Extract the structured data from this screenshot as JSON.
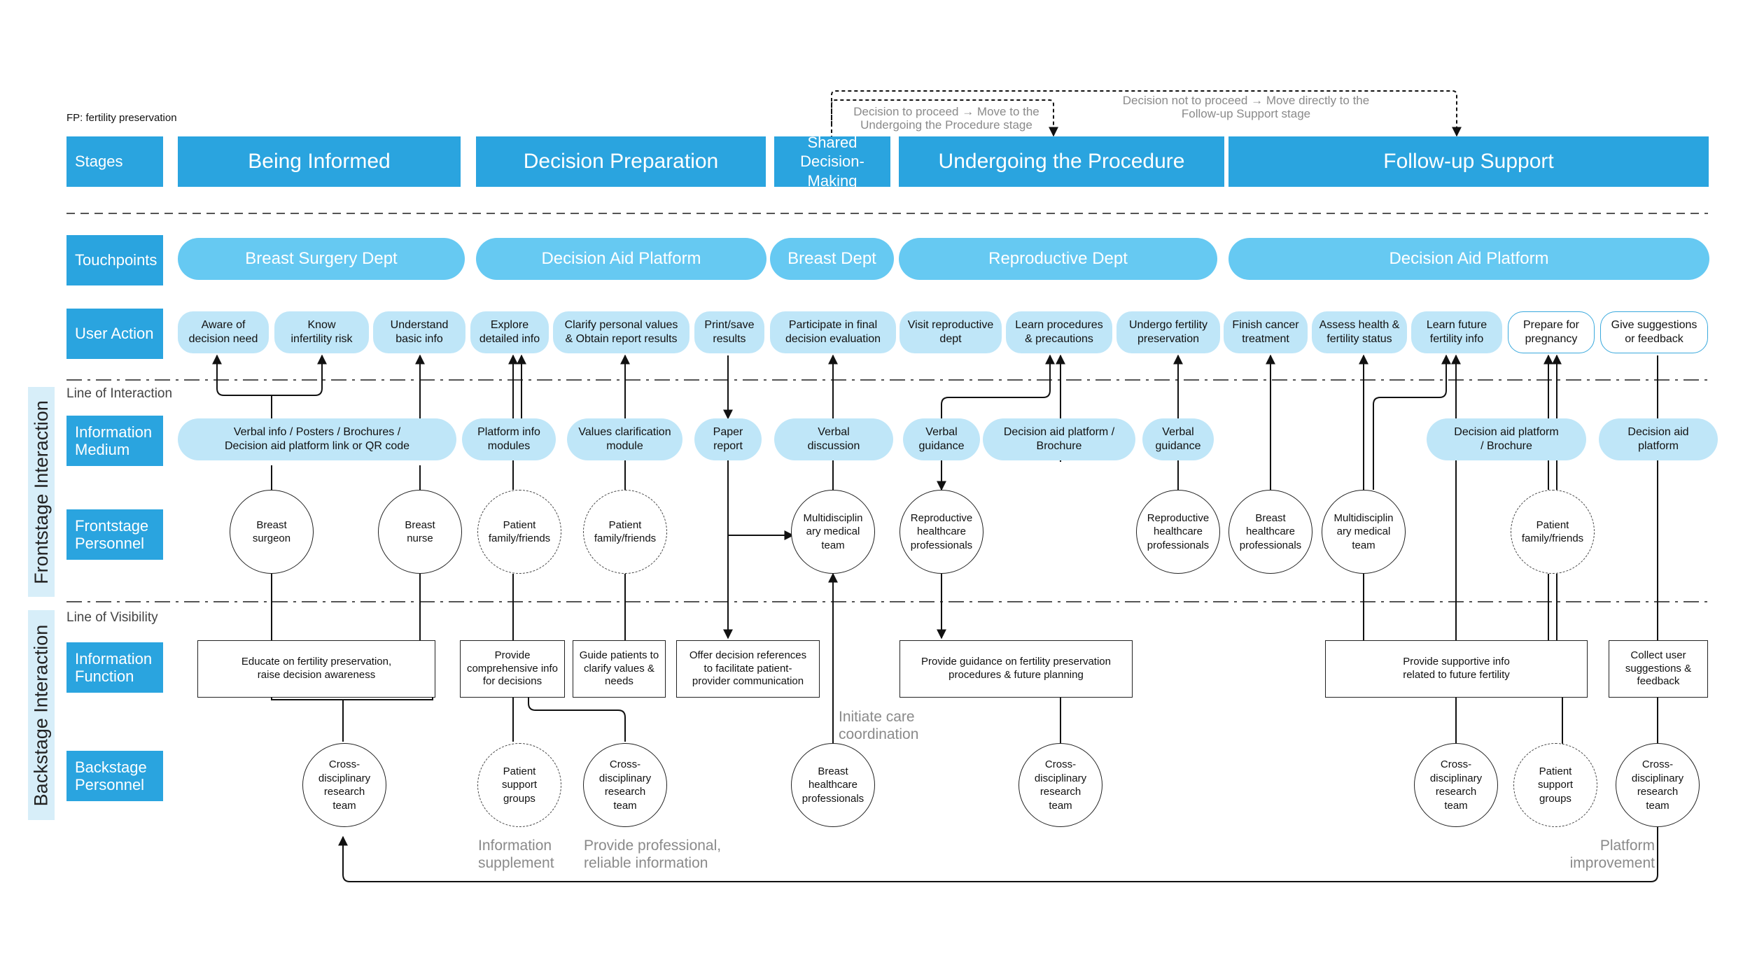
{
  "note": "FP: fertility preservation",
  "labels": {
    "stages": "Stages",
    "touchpoints": "Touchpoints",
    "user_action": "User Action",
    "information_medium": "Information\nMedium",
    "frontstage_personnel": "Frontstage\nPersonnel",
    "information_function": "Information\nFunction",
    "backstage_personnel": "Backstage\nPersonnel",
    "line_of_interaction": "Line of Interaction",
    "line_of_visibility": "Line of Visibility",
    "frontstage_interaction": "Frontstage Interaction",
    "backstage_interaction": "Backstage Interaction"
  },
  "stages": [
    "Being Informed",
    "Decision Preparation",
    "Shared Decision-\nMaking",
    "Undergoing the Procedure",
    "Follow-up Support"
  ],
  "touchpoints": [
    "Breast Surgery Dept",
    "Decision Aid Platform",
    "Breast Dept",
    "Reproductive Dept",
    "Decision Aid Platform"
  ],
  "user_actions": [
    "Aware of\ndecision need",
    "Know\ninfertility risk",
    "Understand\nbasic info",
    "Explore\ndetailed info",
    "Clarify personal values\n& Obtain report results",
    "Print/save\nresults",
    "Participate in final\ndecision evaluation",
    "Visit reproductive\ndept",
    "Learn procedures\n& precautions",
    "Undergo fertility\npreservation",
    "Finish cancer\ntreatment",
    "Assess health &\nfertility status",
    "Learn future\nfertility info",
    "Prepare for\npregnancy",
    "Give suggestions\nor feedback"
  ],
  "information_media": [
    "Verbal info / Posters / Brochures /\nDecision aid platform link or QR code",
    "Platform info\nmodules",
    "Values clarification\nmodule",
    "Paper\nreport",
    "Verbal\ndiscussion",
    "Verbal\nguidance",
    "Decision aid platform /\nBrochure",
    "Verbal\nguidance",
    "Decision aid platform\n/ Brochure",
    "Decision aid\nplatform"
  ],
  "frontstage_personnel": [
    "Breast\nsurgeon",
    "Breast\nnurse",
    "Patient\nfamily/friends",
    "Patient\nfamily/friends",
    "Multidisciplin\nary medical\nteam",
    "Reproductive\nhealthcare\nprofessionals",
    "Reproductive\nhealthcare\nprofessionals",
    "Breast\nhealthcare\nprofessionals",
    "Multidisciplin\nary medical\nteam",
    "Patient\nfamily/friends"
  ],
  "information_functions": [
    "Educate on fertility preservation,\nraise decision awareness",
    "Provide\ncomprehensive info\nfor decisions",
    "Guide patients to\nclarify values &\nneeds",
    "Offer decision references\nto facilitate patient-\nprovider communication",
    "Provide guidance on fertility preservation\nprocedures & future planning",
    "Provide supportive info\nrelated to future fertility",
    "Collect user\nsuggestions &\nfeedback"
  ],
  "backstage_personnel": [
    "Cross-\ndisciplinary\nresearch\nteam",
    "Patient\nsupport\ngroups",
    "Cross-\ndisciplinary\nresearch\nteam",
    "Breast\nhealthcare\nprofessionals",
    "Cross-\ndisciplinary\nresearch\nteam",
    "Cross-\ndisciplinary\nresearch\nteam",
    "Patient\nsupport\ngroups",
    "Cross-\ndisciplinary\nresearch\nteam"
  ],
  "annotations": {
    "decision_proceed": "Decision to proceed → Move to the\nUndergoing the Procedure stage",
    "decision_not_proceed": "Decision not to proceed → Move directly to the\nFollow-up Support stage",
    "initiate_care": "Initiate care\ncoordination",
    "info_supplement": "Information\nsupplement",
    "professional_info": "Provide professional,\nreliable information",
    "platform_improvement": "Platform\nimprovement"
  },
  "colors": {
    "stage_blue": "#2aa4df",
    "touchpoint_blue": "#66c9f2",
    "light_blue": "#bfe6f8",
    "band_blue": "#d7eef9",
    "note_gray": "#8a8a8a"
  }
}
